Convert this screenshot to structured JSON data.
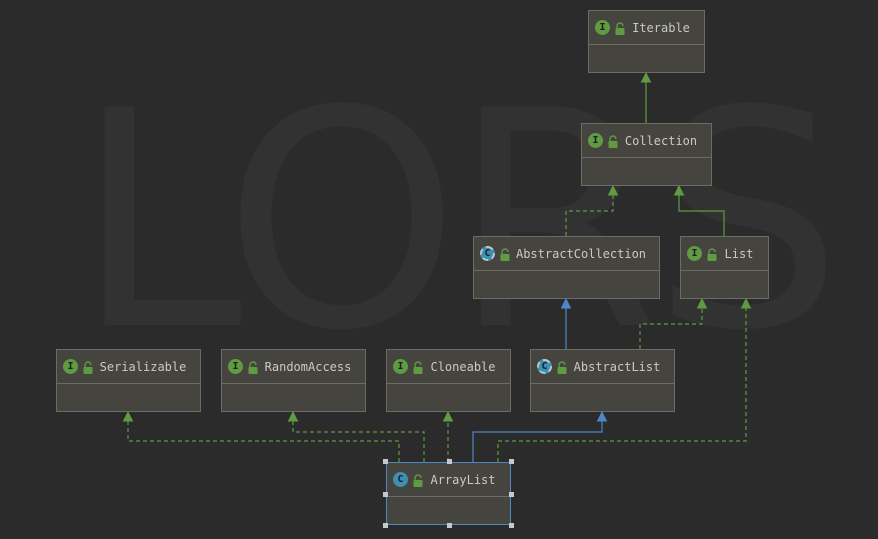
{
  "colors": {
    "background": "#2b2b2b",
    "node_fill": "#45443e",
    "node_border": "#6c6c66",
    "interface_badge": "#5e9b43",
    "class_badge": "#3d8fb3",
    "implements_edge": "#5e9b43",
    "extends_edge": "#4b87c9",
    "selection": "#4b87c9"
  },
  "watermark": "LORS",
  "nodes": [
    {
      "id": "iterable",
      "label": "Iterable",
      "kind": "interface",
      "badge": "I",
      "badge_icon": "interface-icon"
    },
    {
      "id": "collection",
      "label": "Collection",
      "kind": "interface",
      "badge": "I",
      "badge_icon": "interface-icon"
    },
    {
      "id": "abstractcollection",
      "label": "AbstractCollection",
      "kind": "abstract-class",
      "badge": "C",
      "badge_icon": "abstract-class-icon"
    },
    {
      "id": "list",
      "label": "List",
      "kind": "interface",
      "badge": "I",
      "badge_icon": "interface-icon"
    },
    {
      "id": "serializable",
      "label": "Serializable",
      "kind": "interface",
      "badge": "I",
      "badge_icon": "interface-icon"
    },
    {
      "id": "randomaccess",
      "label": "RandomAccess",
      "kind": "interface",
      "badge": "I",
      "badge_icon": "interface-icon"
    },
    {
      "id": "cloneable",
      "label": "Cloneable",
      "kind": "interface",
      "badge": "I",
      "badge_icon": "interface-icon"
    },
    {
      "id": "abstractlist",
      "label": "AbstractList",
      "kind": "abstract-class",
      "badge": "C",
      "badge_icon": "abstract-class-icon"
    },
    {
      "id": "arraylist",
      "label": "ArrayList",
      "kind": "class",
      "badge": "C",
      "badge_icon": "class-icon",
      "selected": true
    }
  ],
  "edges": [
    {
      "from": "collection",
      "to": "iterable",
      "type": "extends-interface"
    },
    {
      "from": "abstractcollection",
      "to": "collection",
      "type": "implements"
    },
    {
      "from": "list",
      "to": "collection",
      "type": "extends-interface"
    },
    {
      "from": "abstractlist",
      "to": "abstractcollection",
      "type": "extends-class"
    },
    {
      "from": "abstractlist",
      "to": "list",
      "type": "implements"
    },
    {
      "from": "arraylist",
      "to": "abstractlist",
      "type": "extends-class"
    },
    {
      "from": "arraylist",
      "to": "list",
      "type": "implements"
    },
    {
      "from": "arraylist",
      "to": "serializable",
      "type": "implements"
    },
    {
      "from": "arraylist",
      "to": "randomaccess",
      "type": "implements"
    },
    {
      "from": "arraylist",
      "to": "cloneable",
      "type": "implements"
    }
  ],
  "visibility_icon": "unlocked-lock-icon"
}
